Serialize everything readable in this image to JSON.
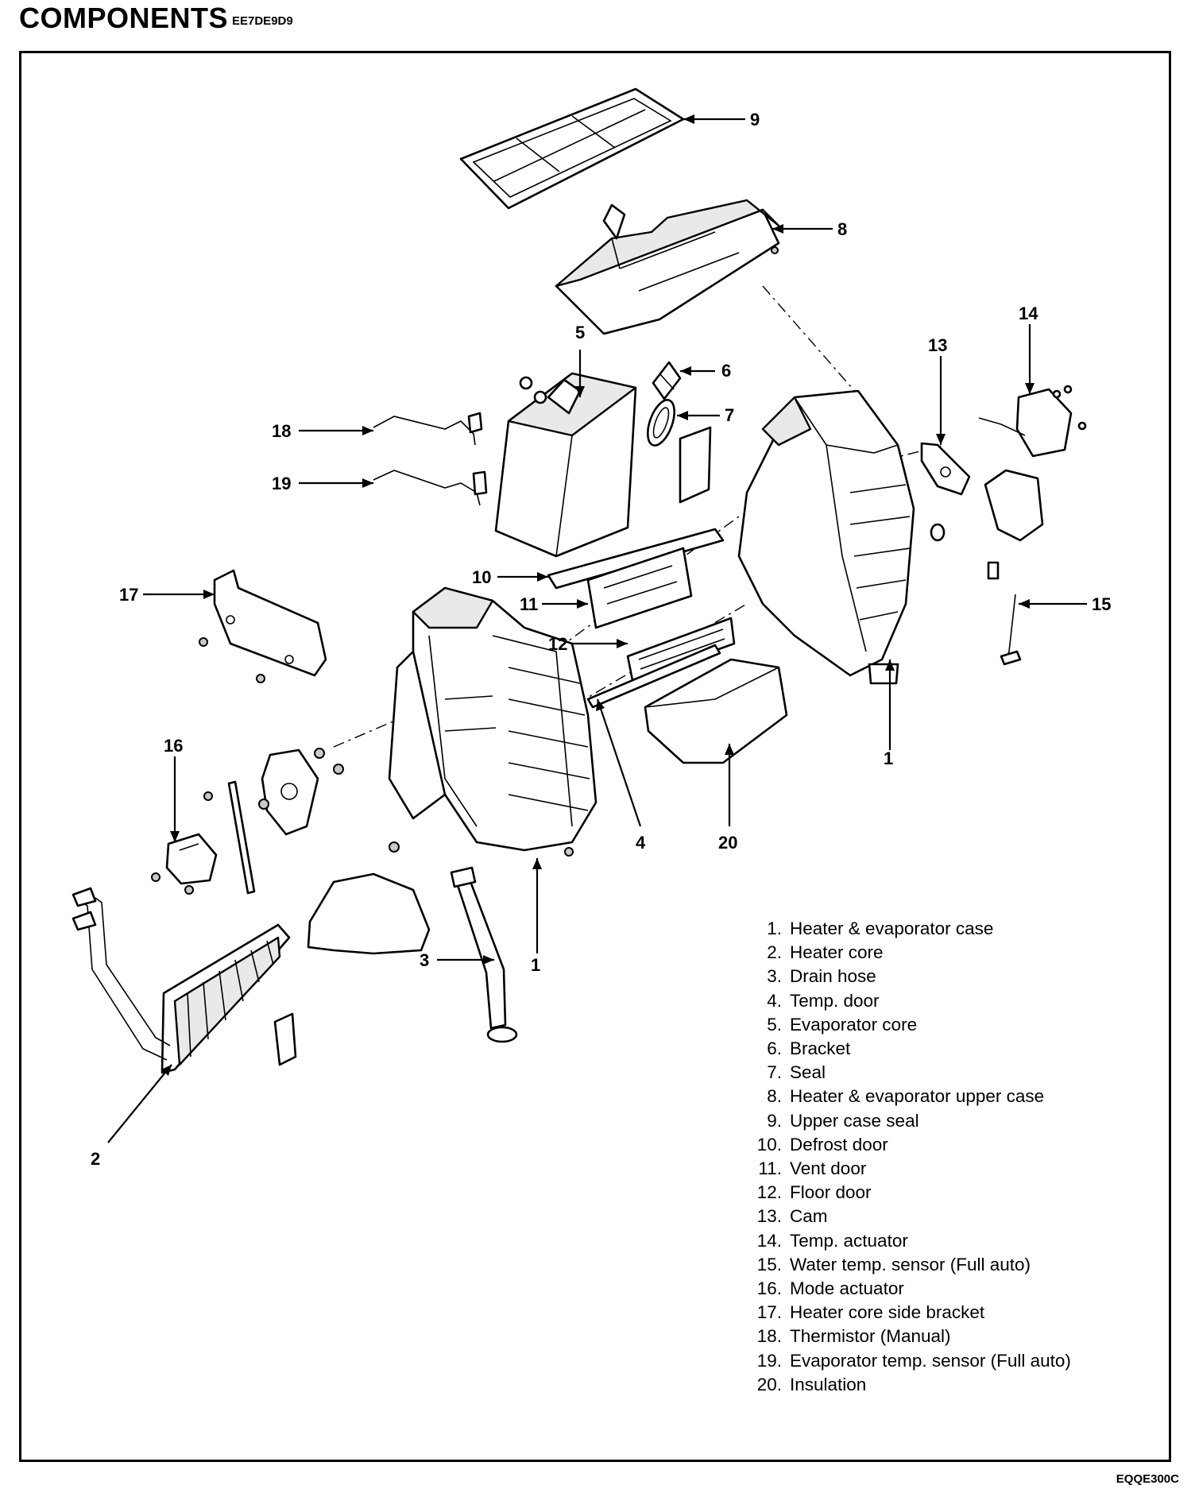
{
  "header": {
    "title": "COMPONENTS",
    "code": "EE7DE9D9"
  },
  "figure_code": "EQQE300C",
  "callouts": [
    "1",
    "1",
    "1",
    "2",
    "3",
    "4",
    "5",
    "6",
    "7",
    "8",
    "9",
    "10",
    "11",
    "12",
    "13",
    "14",
    "15",
    "16",
    "17",
    "18",
    "19",
    "20"
  ],
  "legend": [
    {
      "num": "1.",
      "text": "Heater & evaporator case"
    },
    {
      "num": "2.",
      "text": "Heater core"
    },
    {
      "num": "3.",
      "text": "Drain hose"
    },
    {
      "num": "4.",
      "text": "Temp. door"
    },
    {
      "num": "5.",
      "text": "Evaporator core"
    },
    {
      "num": "6.",
      "text": "Bracket"
    },
    {
      "num": "7.",
      "text": "Seal"
    },
    {
      "num": "8.",
      "text": "Heater & evaporator upper case"
    },
    {
      "num": "9.",
      "text": "Upper case seal"
    },
    {
      "num": "10.",
      "text": "Defrost  door"
    },
    {
      "num": "11.",
      "text": "Vent door"
    },
    {
      "num": "12.",
      "text": "Floor door"
    },
    {
      "num": "13.",
      "text": "Cam"
    },
    {
      "num": "14.",
      "text": "Temp. actuator"
    },
    {
      "num": "15.",
      "text": "Water temp. sensor (Full auto)"
    },
    {
      "num": "16.",
      "text": "Mode actuator"
    },
    {
      "num": "17.",
      "text": "Heater core side bracket"
    },
    {
      "num": "18.",
      "text": "Thermistor (Manual)"
    },
    {
      "num": "19.",
      "text": "Evaporator temp. sensor (Full auto)"
    },
    {
      "num": "20.",
      "text": "Insulation"
    }
  ]
}
